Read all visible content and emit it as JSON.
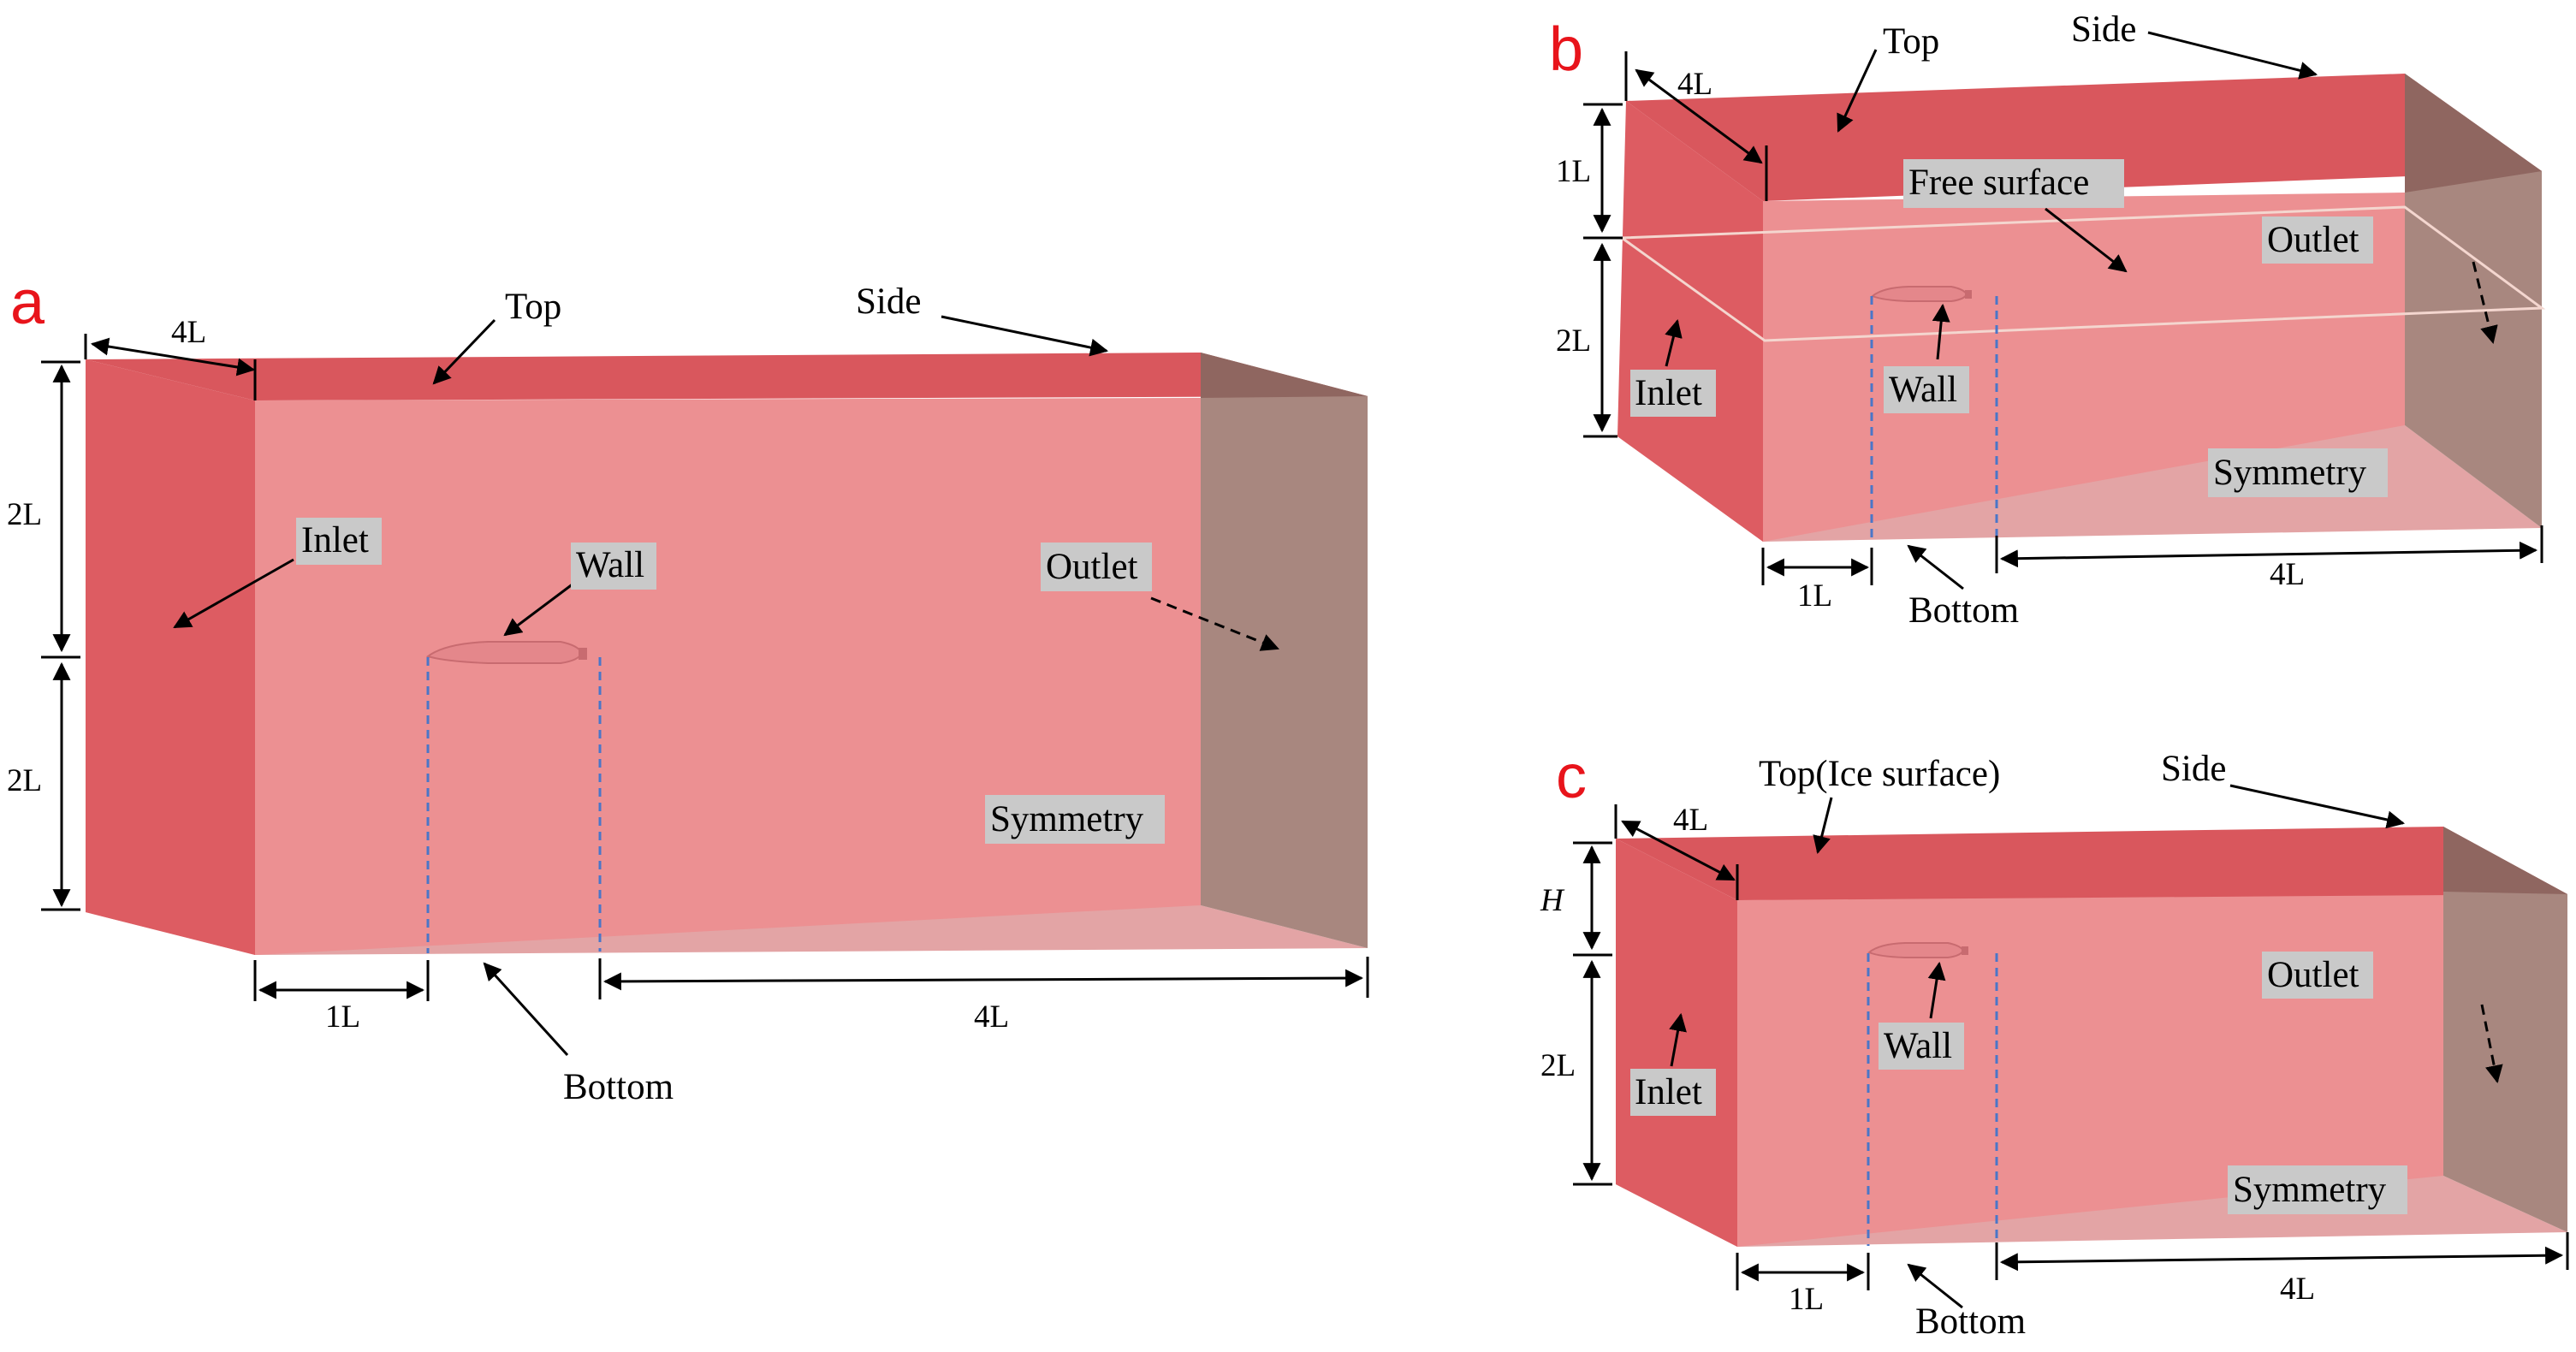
{
  "panels": {
    "a": {
      "letter": "a",
      "labels": {
        "top": "Top",
        "side": "Side",
        "inlet": "Inlet",
        "wall": "Wall",
        "outlet": "Outlet",
        "symmetry": "Symmetry",
        "bottom": "Bottom"
      },
      "dims": {
        "width_top": "4L",
        "height_upper": "2L",
        "height_lower": "2L",
        "front": "1L",
        "back": "4L"
      }
    },
    "b": {
      "letter": "b",
      "labels": {
        "top": "Top",
        "side": "Side",
        "free_surface": "Free surface",
        "outlet": "Outlet",
        "inlet": "Inlet",
        "wall": "Wall",
        "symmetry": "Symmetry",
        "bottom": "Bottom"
      },
      "dims": {
        "width_top": "4L",
        "height_upper": "1L",
        "height_lower": "2L",
        "front": "1L",
        "back": "4L"
      }
    },
    "c": {
      "letter": "c",
      "labels": {
        "top": "Top(Ice surface)",
        "side": "Side",
        "outlet": "Outlet",
        "wall": "Wall",
        "inlet": "Inlet",
        "symmetry": "Symmetry",
        "bottom": "Bottom"
      },
      "dims": {
        "width_top": "4L",
        "height_upper": "H",
        "height_lower": "2L",
        "front": "1L",
        "back": "4L"
      }
    }
  },
  "colors": {
    "front_face": "#ec9092",
    "inlet_face": "#dd5c62",
    "top_face": "#d9575d",
    "outlet_face": "#a8877f",
    "bottom_face": "#e3a4a5",
    "label_bg": "#c9c9c9",
    "panel_letter": "#e8141b",
    "dashed_blue": "#4a76c8"
  }
}
